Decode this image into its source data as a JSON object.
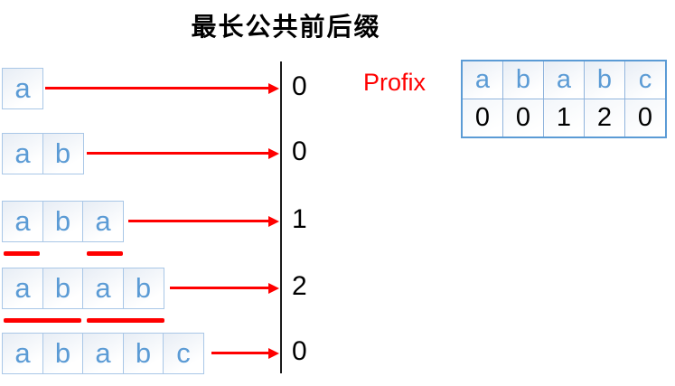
{
  "title": "最长公共前后缀",
  "profix_label": "Profix",
  "colors": {
    "accent_red": "#FF0000",
    "letter_blue": "#5B9BD5",
    "box_border_blue": "#A9C7E7",
    "table_border_blue": "#5B9BD5",
    "line_black": "#1a1a1a"
  },
  "prefix_rows": [
    {
      "cells": [
        "a"
      ],
      "value": "0",
      "underlines": []
    },
    {
      "cells": [
        "a",
        "b"
      ],
      "value": "0",
      "underlines": []
    },
    {
      "cells": [
        "a",
        "b",
        "a"
      ],
      "value": "1",
      "underlines": [
        {
          "start": 0,
          "end": 0
        },
        {
          "start": 2,
          "end": 2
        }
      ]
    },
    {
      "cells": [
        "a",
        "b",
        "a",
        "b"
      ],
      "value": "2",
      "underlines": [
        {
          "start": 0,
          "end": 1
        },
        {
          "start": 2,
          "end": 3
        }
      ]
    },
    {
      "cells": [
        "a",
        "b",
        "a",
        "b",
        "c"
      ],
      "value": "0",
      "underlines": []
    }
  ],
  "result_table": {
    "headers": [
      "a",
      "b",
      "a",
      "b",
      "c"
    ],
    "values": [
      "0",
      "0",
      "1",
      "2",
      "0"
    ]
  }
}
